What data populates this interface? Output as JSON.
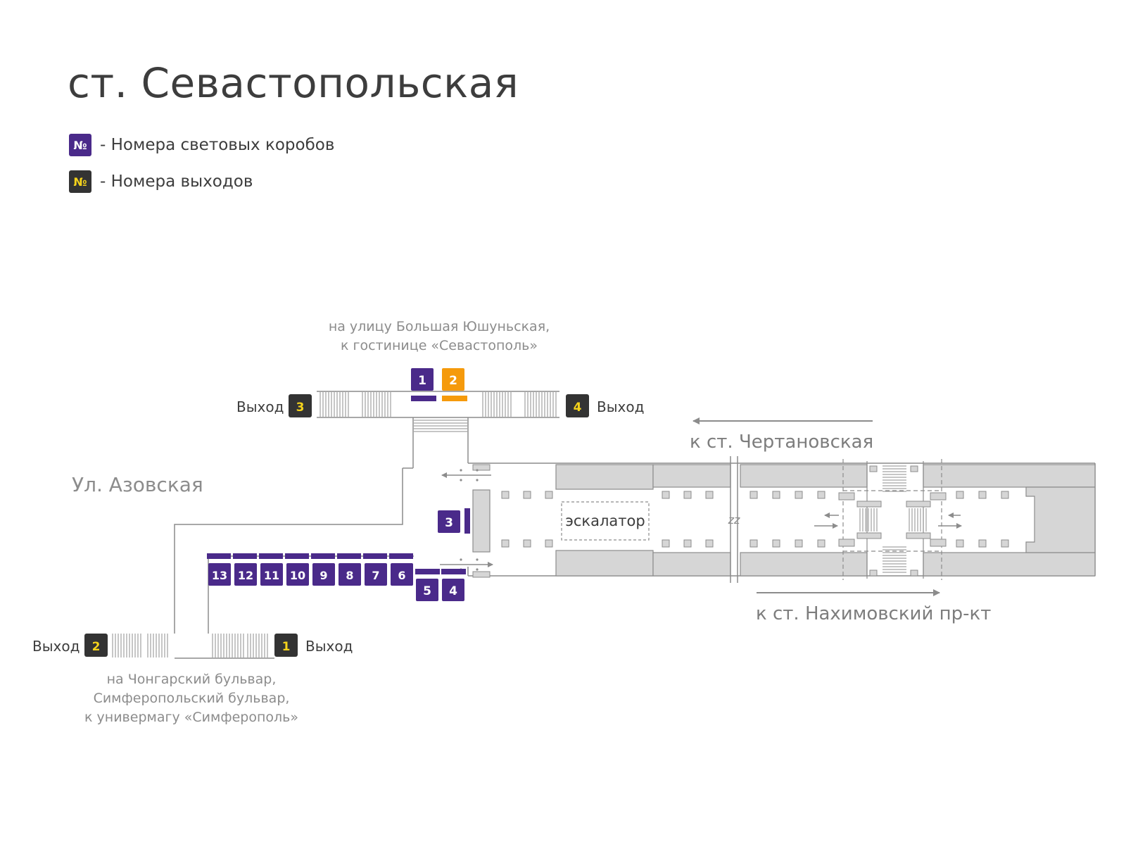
{
  "title": "ст. Севастопольская",
  "legend": [
    {
      "badge": "№",
      "text": "- Номера световых коробов",
      "color": "#4a2a8a",
      "badge_text_color": "#ffffff"
    },
    {
      "badge": "№",
      "text": "- Номера выходов",
      "color": "#333333",
      "badge_text_color": "#f5d31b"
    }
  ],
  "colors": {
    "lightbox": "#4a2a8a",
    "lightbox_highlight": "#f59a0c",
    "exit_badge": "#333333",
    "exit_number": "#f5d31b",
    "wall": "#8c8c8c",
    "fill": "#d6d6d6",
    "label": "#7d7d7d"
  },
  "map": {
    "street_label": "Ул. Азовская",
    "north_destination": [
      "на улицу Большая Юшуньская,",
      "к гостинице «Севастополь»"
    ],
    "south_destination": [
      "на Чонгарский бульвар,",
      "Симферопольский бульвар,",
      "к универмагу «Симферополь»"
    ],
    "direction_west": "к ст. Чертановская",
    "direction_east": "к ст. Нахимовский пр-кт",
    "escalator_label": "эскалатор",
    "break_mark": "zz",
    "exit_word": "Выход",
    "exits": [
      "1",
      "2",
      "3",
      "4"
    ],
    "lightboxes": [
      "1",
      "2",
      "3",
      "4",
      "5",
      "6",
      "7",
      "8",
      "9",
      "10",
      "11",
      "12",
      "13"
    ],
    "highlighted_lightbox": "2"
  }
}
